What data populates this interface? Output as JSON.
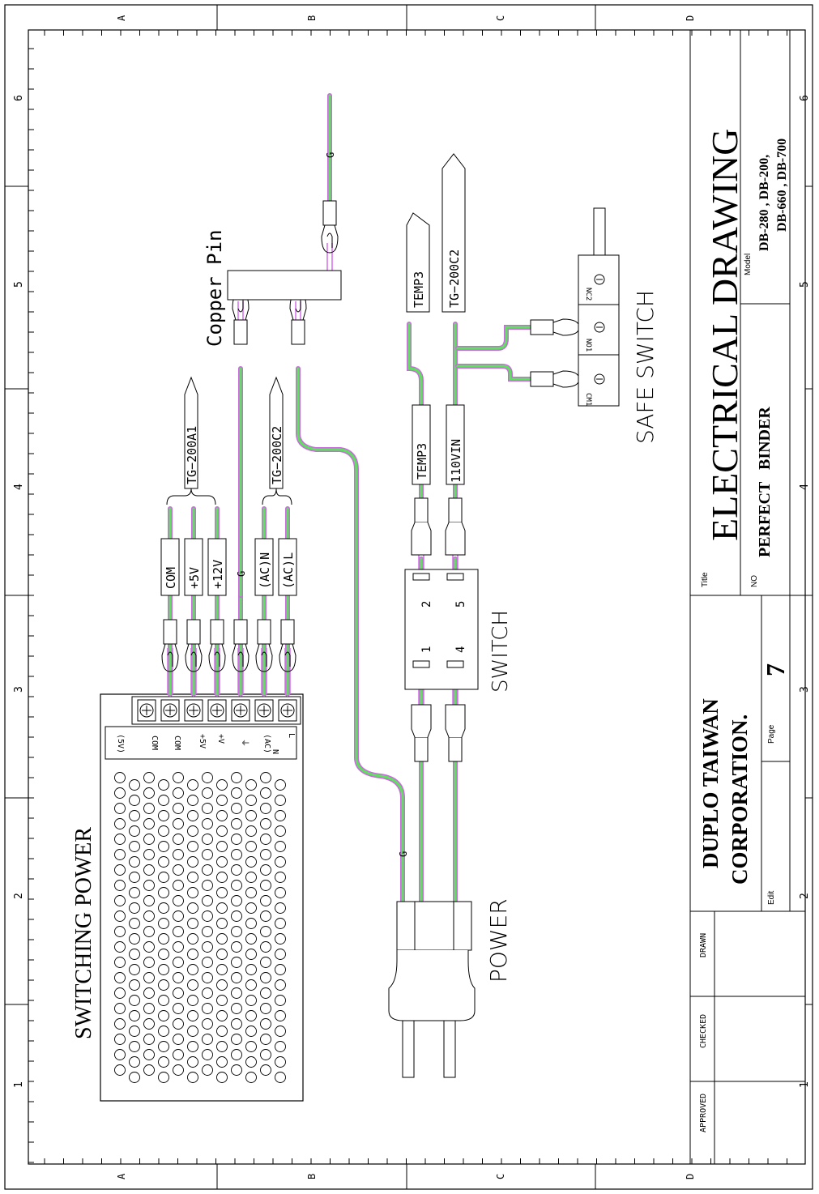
{
  "sheet": {
    "border_columns": [
      "A",
      "B",
      "C",
      "D"
    ],
    "border_rows": [
      "1",
      "2",
      "3",
      "4",
      "5",
      "6"
    ]
  },
  "title_block": {
    "title_caption": "Title",
    "title": "ELECTRICAL DRAWING",
    "no_caption": "NO",
    "product": "PERFECT   BINDER",
    "model_caption": "Model",
    "model_line1": "DB-280 , DB-200,",
    "model_line2": "DB-660 , DB-700",
    "company_line1": "DUPLO TAIWAN",
    "company_line2": "CORPORATION.",
    "page_caption": "Page",
    "page_number": "7",
    "edit_caption": "Edit",
    "drawn": "DRAWN",
    "checked": "CHECKED",
    "approved": "APPROVED"
  },
  "diagram": {
    "switching_power": {
      "title": "SWITCHING POWER",
      "terminal_labels": [
        "(AC)L",
        "(AC)N",
        "G",
        "+12V",
        "+5V",
        "COM"
      ],
      "face_labels": [
        "L",
        "N",
        "(AC)",
        "+V",
        "+5V",
        "COM",
        "COM",
        "(5V)"
      ]
    },
    "wire_tags": {
      "tg_200a1": "TG−200A1",
      "tg_200c2_lower": "TG−200C2",
      "tg_200c2_upper": "TG−200C2",
      "temp3_arrow": "TEMP3",
      "temp3_box": "TEMP3",
      "vin_box": "110VIN",
      "ground": "G"
    },
    "copper_pin": "Copper Pin",
    "switch": {
      "title": "SWITCH",
      "pins": [
        "1",
        "2",
        "4",
        "5"
      ]
    },
    "safe_switch": {
      "title": "SAFE SWITCH",
      "pins": [
        "CM1",
        "NO1",
        "NC2"
      ]
    },
    "power": "POWER"
  }
}
